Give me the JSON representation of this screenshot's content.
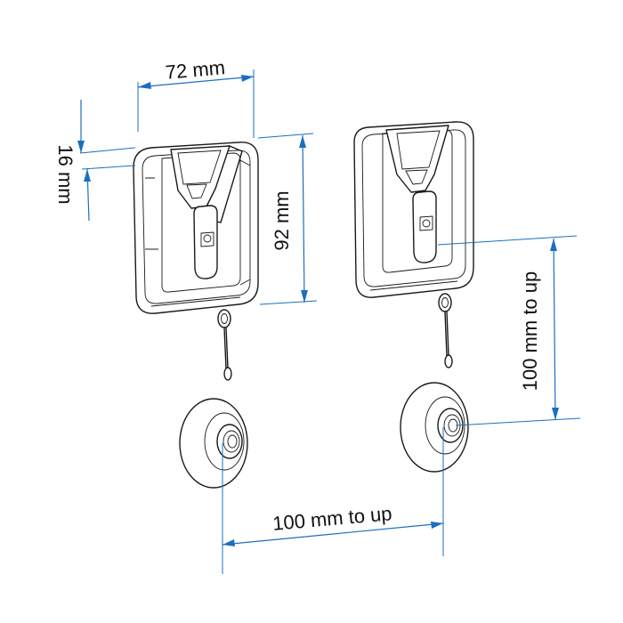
{
  "dimensions": {
    "width": "72 mm",
    "depth": "16 mm",
    "height": "92 mm",
    "vertical_spacing": "100 mm to up",
    "horizontal_spacing": "100 mm to up"
  },
  "colors": {
    "dimension_line": "#1a6fc0",
    "drawing_ink": "#1a1a1a",
    "background": "#ffffff"
  }
}
